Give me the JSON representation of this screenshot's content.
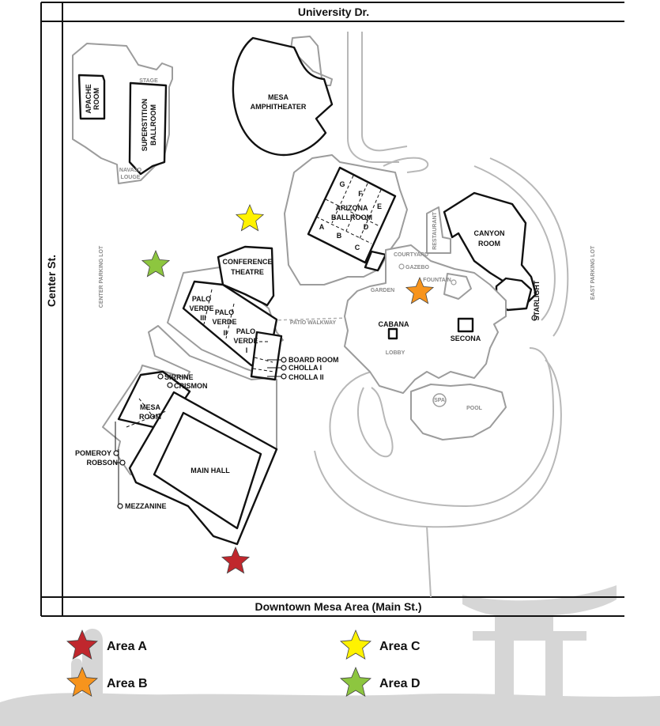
{
  "streets": {
    "north": "University Dr.",
    "south": "Downtown Mesa Area (Main St.)",
    "west": "Center St."
  },
  "lots": {
    "center": "CENTER PARKING LOT",
    "east": "EAST PARKING LOT"
  },
  "rooms": {
    "apache": [
      "APACHE",
      "ROOM"
    ],
    "superstition": [
      "SUPERSTITION",
      "BALLROOM"
    ],
    "stage": "STAGE",
    "navajo": [
      "NAVAJO",
      "LOUGE"
    ],
    "amphitheater": [
      "MESA",
      "AMPHITHEATER"
    ],
    "arizona": [
      "ARIZONA",
      "BALLROOM"
    ],
    "arizona_sections": [
      "G",
      "F",
      "E",
      "D",
      "A",
      "B",
      "C"
    ],
    "conference": [
      "CONFERENCE",
      "THEATRE"
    ],
    "palo_iii": [
      "PALO",
      "VERDE",
      "III"
    ],
    "palo_ii": [
      "PALO",
      "VERDE",
      "II"
    ],
    "palo_i": [
      "PALO",
      "VERDE",
      "I"
    ],
    "board_room": "BOARD ROOM",
    "cholla_i": "CHOLLA I",
    "cholla_ii": "CHOLLA II",
    "sirrine": "SIRRINE",
    "crismon": "CRISMON",
    "mesa_room": [
      "MESA",
      "ROOM"
    ],
    "pomeroy": "POMEROY",
    "robson": "ROBSON",
    "main_hall": "MAIN HALL",
    "mezzanine": "MEZZANINE",
    "canyon": [
      "CANYON",
      "ROOM"
    ],
    "restaurant": "RESTAURANT",
    "starlight": "STARLIGHT",
    "courtyard": "COURTYARD",
    "gazebo": "GAZEBO",
    "fountain": "FOUNTAIN",
    "garden": "GARDEN",
    "patio_walkway": "PATIO WALKWAY",
    "cabana": "CABANA",
    "secona": "SECONA",
    "lobby": "LOBBY",
    "spa": "SPA",
    "pool": "POOL"
  },
  "legend": [
    {
      "id": "a",
      "label": "Area A",
      "color": "#c0272d"
    },
    {
      "id": "b",
      "label": "Area B",
      "color": "#f7941d"
    },
    {
      "id": "c",
      "label": "Area C",
      "color": "#fff200"
    },
    {
      "id": "d",
      "label": "Area D",
      "color": "#8dc63f"
    }
  ]
}
